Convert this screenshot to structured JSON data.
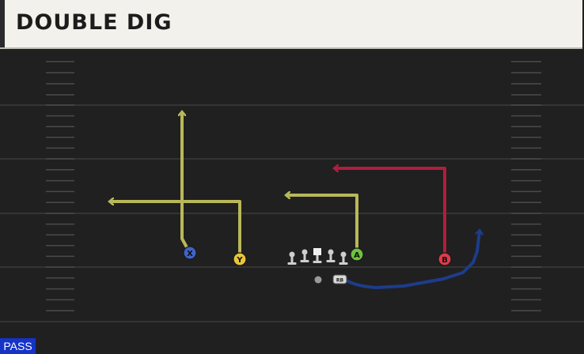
{
  "play": {
    "name": "DOUBLE DIG",
    "type": "PASS"
  },
  "colors": {
    "field": "#202020",
    "yard_line": "#3a3a3a",
    "hash": "#4a4a4a",
    "route_yellow": "#b8b85a",
    "route_red": "#b01e3c",
    "route_blue": "#1d3c8c",
    "badge": "#1533c7"
  },
  "players": [
    {
      "id": "X",
      "label": "X",
      "fill": "#3f63c8"
    },
    {
      "id": "Y",
      "label": "Y",
      "fill": "#e8c63a"
    },
    {
      "id": "A",
      "label": "A",
      "fill": "#6dc43c"
    },
    {
      "id": "B",
      "label": "B",
      "fill": "#e03a4a"
    },
    {
      "id": "RB",
      "label": "RB",
      "fill": "#d8d8d8"
    },
    {
      "id": "QB",
      "label": "",
      "fill": "#9a9a9a"
    }
  ]
}
